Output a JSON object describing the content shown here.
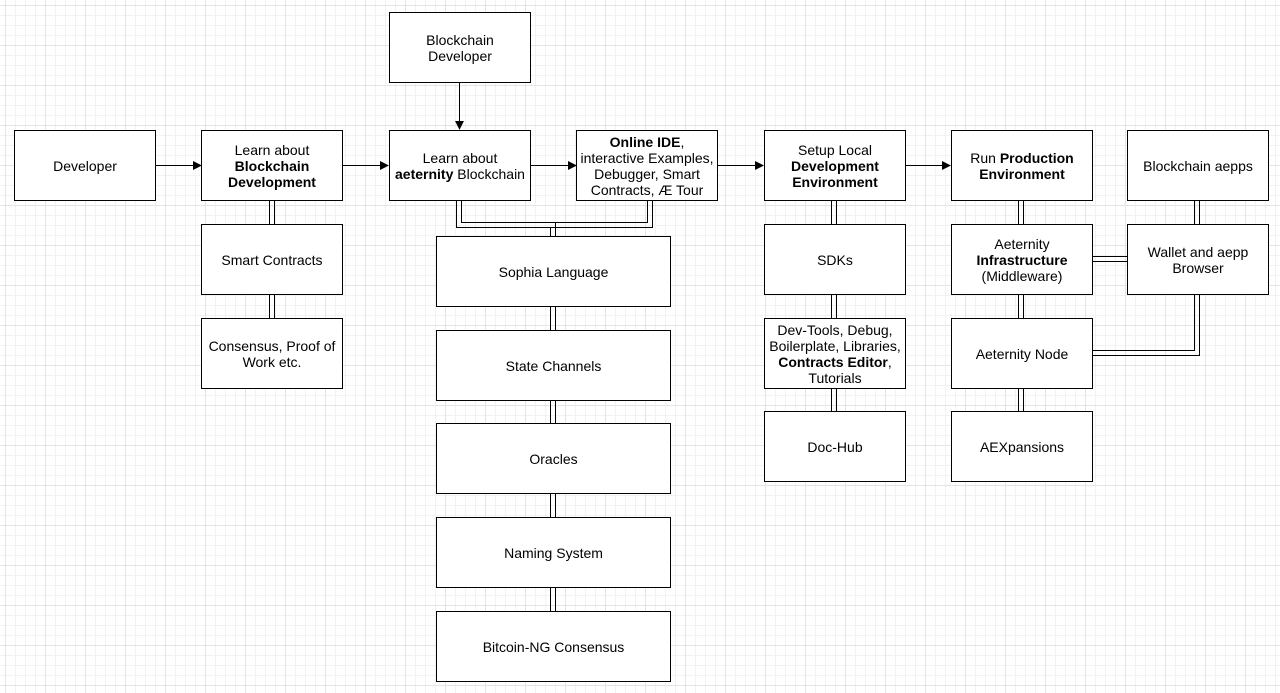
{
  "nodes": {
    "developer": {
      "text": "Developer"
    },
    "learn_blockchain": {
      "line1": "Learn about",
      "bold": "Blockchain\nDevelopment"
    },
    "smart_contracts": {
      "text": "Smart Contracts"
    },
    "consensus_pow": {
      "text": "Consensus, Proof of Work etc."
    },
    "blockchain_developer": {
      "text": "Blockchain\nDeveloper"
    },
    "learn_aeternity": {
      "line1": "Learn about",
      "bold": "aeternity",
      "rest": " Blockchain"
    },
    "sophia": {
      "text": "Sophia Language"
    },
    "state_channels": {
      "text": "State Channels"
    },
    "oracles": {
      "text": "Oracles"
    },
    "naming": {
      "text": "Naming System"
    },
    "bitcoin_ng": {
      "text": "Bitcoin-NG Consensus"
    },
    "online_ide": {
      "bold": "Online IDE",
      "rest": ",\ninteractive Examples,\nDebugger, Smart\nContracts, Æ Tour"
    },
    "setup_local": {
      "line1": "Setup Local",
      "bold": "Development\nEnvironment"
    },
    "sdks": {
      "text": "SDKs"
    },
    "devtools": {
      "text": "Dev-Tools, Debug,\nBoilerplate, Libraries,",
      "bold": "Contracts Editor",
      "rest": ",\nTutorials"
    },
    "doc_hub": {
      "text": "Doc-Hub"
    },
    "run_production": {
      "line1": "Run ",
      "bold": "Production\nEnvironment"
    },
    "infrastructure": {
      "line1": "Aeternity",
      "bold": "Infrastructure",
      "rest": "(Middleware)"
    },
    "node": {
      "text": "Aeternity Node"
    },
    "aexpansions": {
      "text": "AEXpansions"
    },
    "aepps": {
      "text": "Blockchain aepps"
    },
    "wallet": {
      "text": "Wallet and aepp\nBrowser"
    }
  },
  "connectors": {
    "arrows": [
      [
        "Developer",
        "Learn about Blockchain Development"
      ],
      [
        "Learn about Blockchain Development",
        "Learn about aeternity Blockchain"
      ],
      [
        "Blockchain Developer",
        "Learn about aeternity Blockchain"
      ],
      [
        "Learn about aeternity Blockchain",
        "Online IDE"
      ],
      [
        "Online IDE",
        "Setup Local Development Environment"
      ],
      [
        "Setup Local Development Environment",
        "Run Production Environment"
      ]
    ],
    "links": [
      [
        "Learn about Blockchain Development",
        "Smart Contracts"
      ],
      [
        "Smart Contracts",
        "Consensus, Proof of Work etc."
      ],
      [
        "Learn about aeternity Blockchain",
        "Sophia Language"
      ],
      [
        "Online IDE",
        "Sophia Language"
      ],
      [
        "Sophia Language",
        "State Channels"
      ],
      [
        "State Channels",
        "Oracles"
      ],
      [
        "Oracles",
        "Naming System"
      ],
      [
        "Naming System",
        "Bitcoin-NG Consensus"
      ],
      [
        "Setup Local Development Environment",
        "SDKs"
      ],
      [
        "SDKs",
        "Dev-Tools"
      ],
      [
        "Dev-Tools",
        "Doc-Hub"
      ],
      [
        "Run Production Environment",
        "Aeternity Infrastructure"
      ],
      [
        "Aeternity Infrastructure",
        "Aeternity Node"
      ],
      [
        "Aeternity Node",
        "AEXpansions"
      ],
      [
        "Blockchain aepps",
        "Wallet and aepp Browser"
      ],
      [
        "Aeternity Infrastructure",
        "Wallet and aepp Browser"
      ],
      [
        "Aeternity Node",
        "Wallet and aepp Browser"
      ]
    ]
  }
}
